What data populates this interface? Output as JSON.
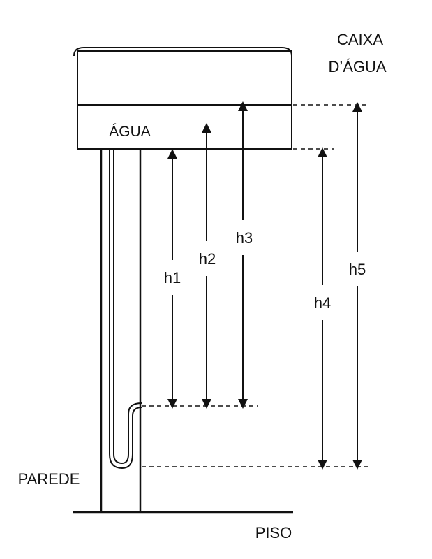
{
  "labels": {
    "tank_line1": "CAIXA",
    "tank_line2": "D’ÁGUA",
    "water": "ÁGUA",
    "wall": "PAREDE",
    "floor": "PISO",
    "h1": "h1",
    "h2": "h2",
    "h3": "h3",
    "h4": "h4",
    "h5": "h5"
  },
  "colors": {
    "stroke": "#111111",
    "background": "#ffffff"
  }
}
